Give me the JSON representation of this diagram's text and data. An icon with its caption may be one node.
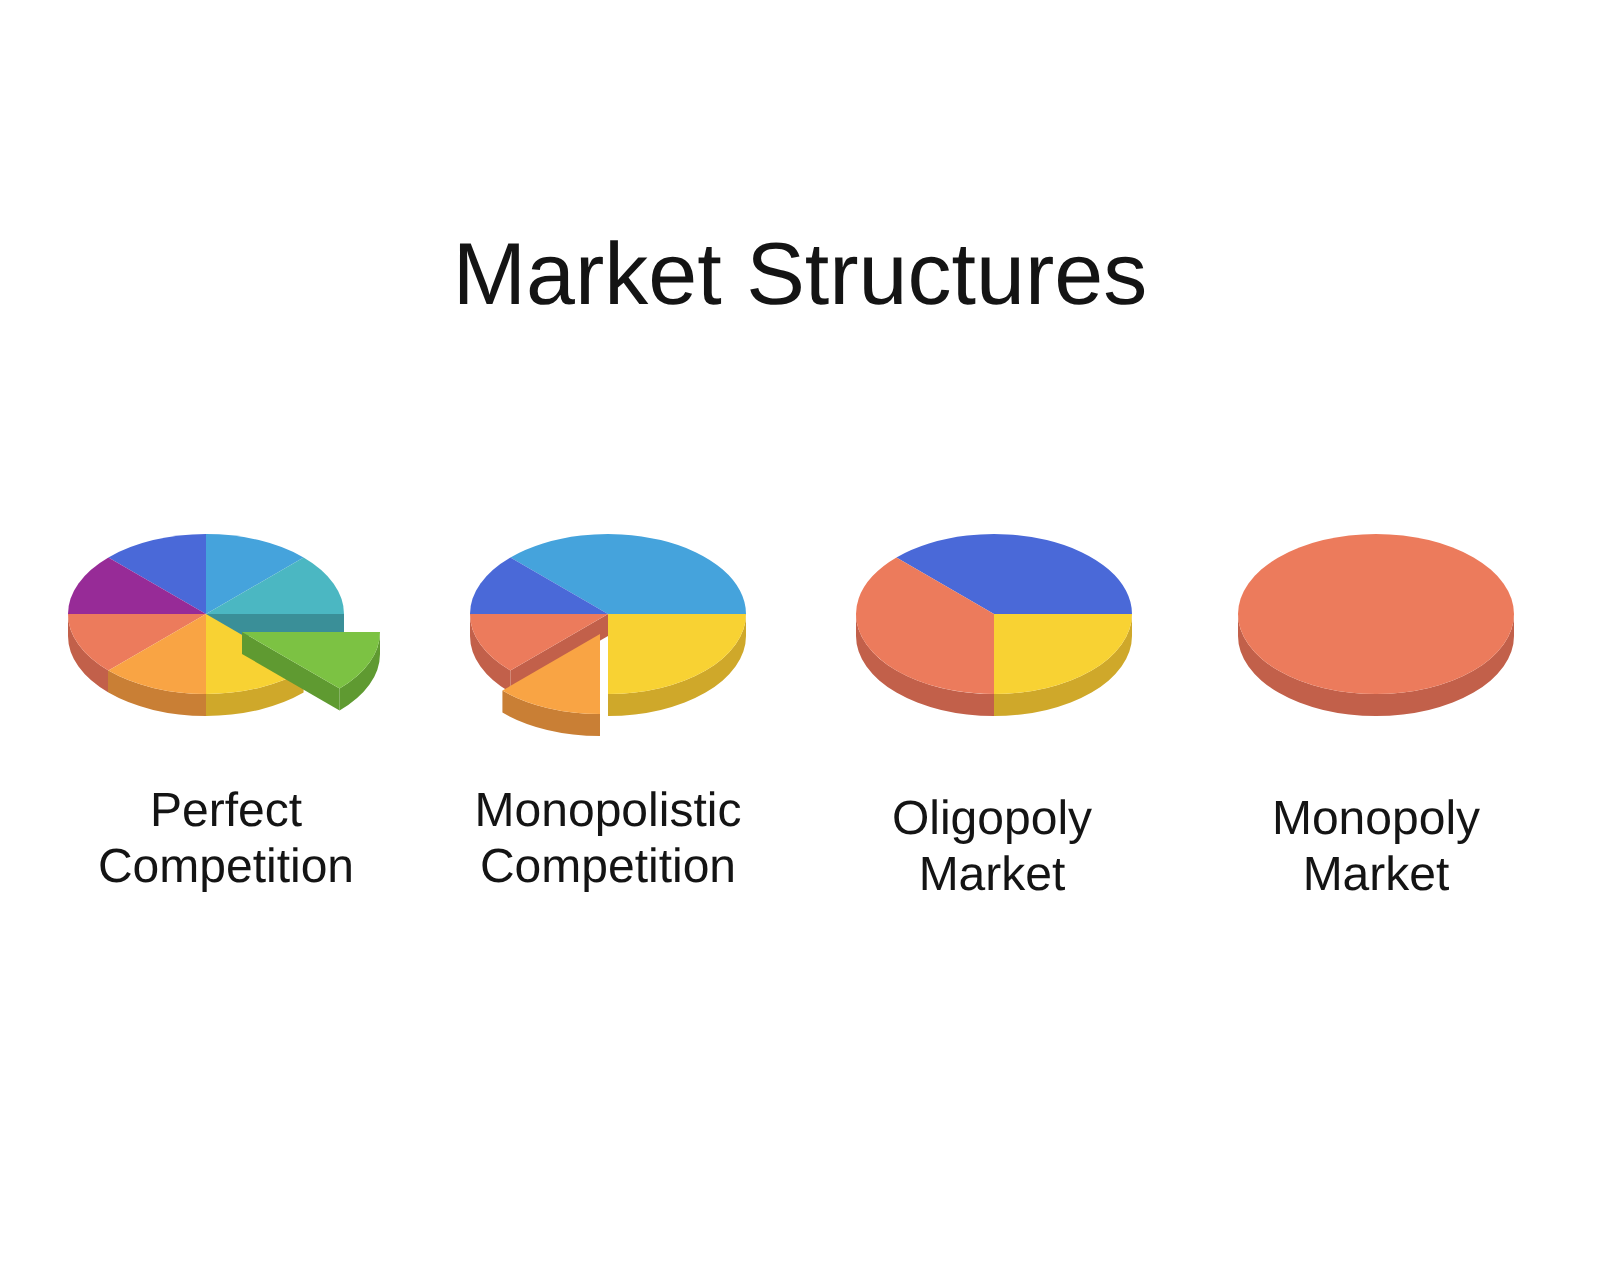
{
  "diagram": {
    "title": "Market Structures",
    "labels": [
      "Perfect Competition",
      "Monopolistic Competition",
      "Oligopoly Market",
      "Monopoly Market"
    ]
  }
}
